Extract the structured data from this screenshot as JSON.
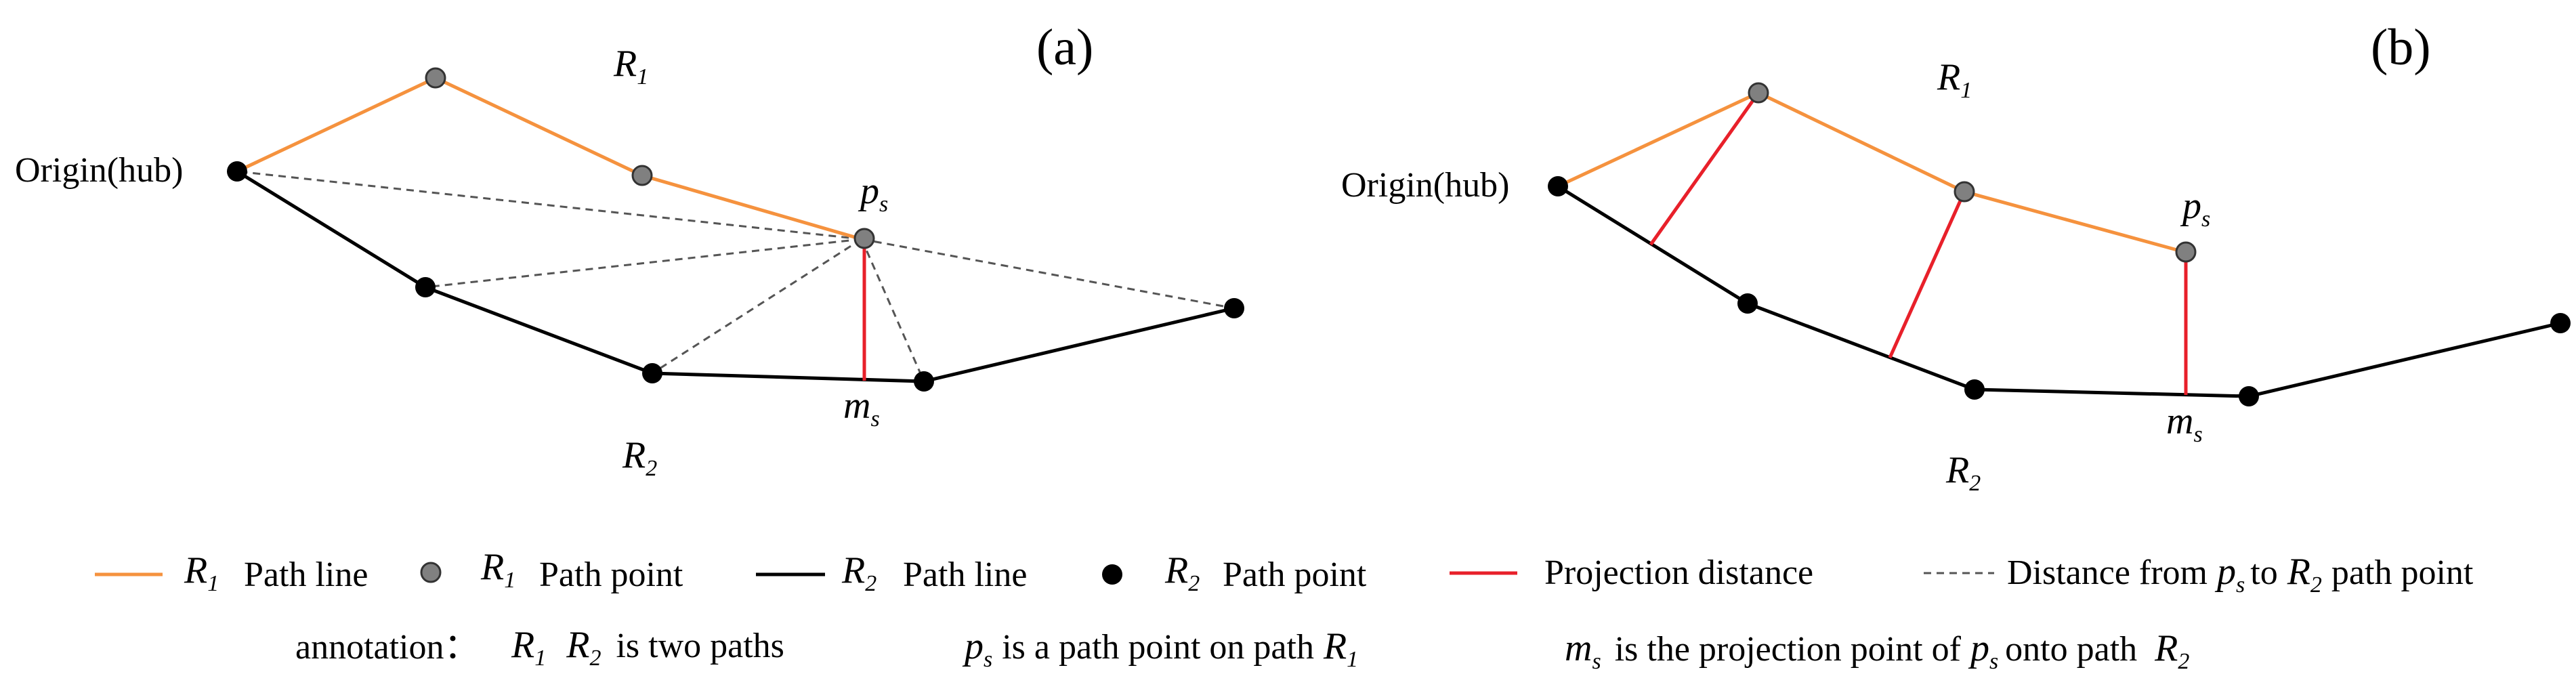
{
  "panels": {
    "a": {
      "label": "(a)",
      "origin_label": "Origin(hub)",
      "r1": {
        "main": "R",
        "sub": "1"
      },
      "r2": {
        "main": "R",
        "sub": "2"
      },
      "ps": {
        "main": "p",
        "sub": "s"
      },
      "ms": {
        "main": "m",
        "sub": "s"
      }
    },
    "b": {
      "label": "(b)",
      "origin_label": "Origin(hub)",
      "r1": {
        "main": "R",
        "sub": "1"
      },
      "r2": {
        "main": "R",
        "sub": "2"
      },
      "ps": {
        "main": "p",
        "sub": "s"
      },
      "ms": {
        "main": "m",
        "sub": "s"
      }
    }
  },
  "legend": {
    "r1_line": "Path line",
    "r1_point": "Path point",
    "r2_line": "Path line",
    "r2_point": "Path point",
    "projection": "Projection distance",
    "distance_prefix": "Distance from",
    "distance_to": "to",
    "distance_suffix": "path point",
    "R": "R",
    "sub1": "1",
    "sub2": "2",
    "p": "p",
    "s": "s"
  },
  "annotation": {
    "prefix": "annotation：",
    "two_paths": "is two paths",
    "ps_text": "is a path point on path",
    "ms_text_a": "is the projection point of",
    "ms_text_b": "onto path",
    "R": "R",
    "sub1": "1",
    "sub2": "2",
    "p": "p",
    "m": "m",
    "s": "s"
  },
  "colors": {
    "r1_line": "#f5923e",
    "r1_point": "#808080",
    "r2_line": "#000000",
    "r2_point": "#000000",
    "projection": "#e8202a",
    "distance": "#555555"
  }
}
